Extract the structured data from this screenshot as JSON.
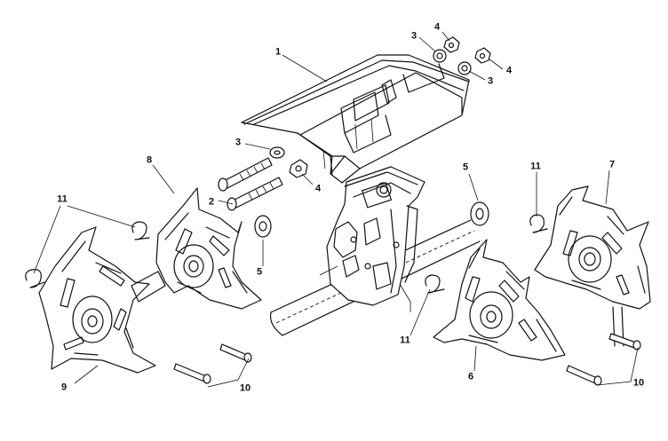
{
  "diagram": {
    "callouts": [
      {
        "id": "c1",
        "text": "1"
      },
      {
        "id": "c2",
        "text": "2"
      },
      {
        "id": "c3a",
        "text": "3"
      },
      {
        "id": "c3b",
        "text": "3"
      },
      {
        "id": "c3c",
        "text": "3"
      },
      {
        "id": "c4a",
        "text": "4"
      },
      {
        "id": "c4b",
        "text": "4"
      },
      {
        "id": "c4c",
        "text": "4"
      },
      {
        "id": "c5a",
        "text": "5"
      },
      {
        "id": "c5b",
        "text": "5"
      },
      {
        "id": "c6",
        "text": "6"
      },
      {
        "id": "c7",
        "text": "7"
      },
      {
        "id": "c8",
        "text": "8"
      },
      {
        "id": "c9",
        "text": "9"
      },
      {
        "id": "c10a",
        "text": "10"
      },
      {
        "id": "c10b",
        "text": "10"
      },
      {
        "id": "c11a",
        "text": "11"
      },
      {
        "id": "c11b",
        "text": "11"
      },
      {
        "id": "c11c",
        "text": "11"
      }
    ]
  }
}
